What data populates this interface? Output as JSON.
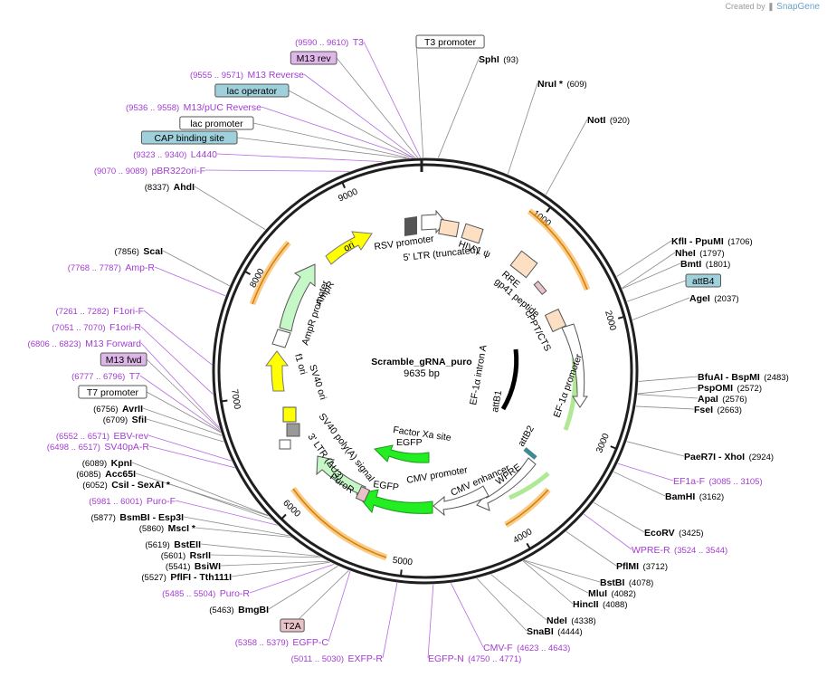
{
  "brand": {
    "created_by": "Created by",
    "name": "SnapGene"
  },
  "plasmid": {
    "name": "Scramble_gRNA_puro",
    "size": "9635 bp",
    "length": 9635
  },
  "colors": {
    "primer": "#a23cd2",
    "enzyme": "#000000",
    "ring": "#1f1f1f",
    "orange": "#f4a22b",
    "yellow": "#ffff00",
    "green": "#00e000",
    "paleGreen": "#c6f7c6",
    "peach": "#fde0c4",
    "box_violet": "#dfb6e8",
    "box_cyan": "#9fd1dd",
    "box_pink": "#e8c2c8"
  },
  "ticks": [
    {
      "label": "1000",
      "pos": 1000
    },
    {
      "label": "2000",
      "pos": 2000
    },
    {
      "label": "3000",
      "pos": 3000
    },
    {
      "label": "4000",
      "pos": 4000
    },
    {
      "label": "5000",
      "pos": 5000
    },
    {
      "label": "6000",
      "pos": 6000
    },
    {
      "label": "7000",
      "pos": 7000
    },
    {
      "label": "8000",
      "pos": 8000
    },
    {
      "label": "9000",
      "pos": 9000
    }
  ],
  "features_text": {
    "rsv": "RSV promoter",
    "ltr5": "5' LTR (truncated)",
    "hiv": "HIV-1 ψ",
    "rre": "RRE",
    "gp41": "gp41 peptide",
    "cppt": "cPPT/CTS",
    "ef1a_prom": "EF-1α promoter",
    "ef1a_intron": "EF-1α intron A",
    "attb1": "attB1",
    "attb2": "attB2",
    "factorxa": "Factor Xa site",
    "egfp1": "EGFP",
    "cmv_prom": "CMV promoter",
    "cmv_enh": "CMV enhancer",
    "wpre": "WPRE",
    "egfp2": "EGFP",
    "puror": "PuroR",
    "ltr3": "3' LTR (ΔU3)",
    "sv40polya": "SV40 poly(A) signal",
    "sv40ori": "SV40 ori",
    "f1ori": "f1 ori",
    "ampr_prom": "AmpR promoter",
    "ampr": "AmpR",
    "ori": "ori"
  },
  "labels": [
    {
      "name": "T3",
      "pos": "(9590 .. 9610)",
      "kind": "primer"
    },
    {
      "name": "T3 promoter",
      "kind": "box",
      "style": "white"
    },
    {
      "name": "SphI",
      "pos": "(93)",
      "kind": "enzyme"
    },
    {
      "name": "M13 rev",
      "kind": "box",
      "style": "violet"
    },
    {
      "name": "NruI *",
      "pos": "(609)",
      "kind": "enzyme"
    },
    {
      "name": "M13 Reverse",
      "pos": "(9555 .. 9571)",
      "kind": "primer"
    },
    {
      "name": "lac operator",
      "kind": "box",
      "style": "cyan"
    },
    {
      "name": "M13/pUC Reverse",
      "pos": "(9536 .. 9558)",
      "kind": "primer"
    },
    {
      "name": "NotI",
      "pos": "(920)",
      "kind": "enzyme"
    },
    {
      "name": "lac promoter",
      "kind": "box",
      "style": "white"
    },
    {
      "name": "CAP binding site",
      "kind": "box",
      "style": "cyan"
    },
    {
      "name": "L4440",
      "pos": "(9323 .. 9340)",
      "kind": "primer"
    },
    {
      "name": "pBR322ori-F",
      "pos": "(9070 .. 9089)",
      "kind": "primer"
    },
    {
      "name": "AhdI",
      "pos": "(8337)",
      "kind": "enzyme"
    },
    {
      "name": "KflI - PpuMI",
      "pos": "(1706)",
      "kind": "enzyme"
    },
    {
      "name": "NheI",
      "pos": "(1797)",
      "kind": "enzyme"
    },
    {
      "name": "BmtI",
      "pos": "(1801)",
      "kind": "enzyme"
    },
    {
      "name": "attB4",
      "kind": "box",
      "style": "cyan"
    },
    {
      "name": "AgeI",
      "pos": "(2037)",
      "kind": "enzyme"
    },
    {
      "name": "ScaI",
      "pos": "(7856)",
      "kind": "enzyme"
    },
    {
      "name": "Amp-R",
      "pos": "(7768 .. 7787)",
      "kind": "primer"
    },
    {
      "name": "F1ori-F",
      "pos": "(7261 .. 7282)",
      "kind": "primer"
    },
    {
      "name": "F1ori-R",
      "pos": "(7051 .. 7070)",
      "kind": "primer"
    },
    {
      "name": "M13 Forward",
      "pos": "(6806 .. 6823)",
      "kind": "primer"
    },
    {
      "name": "M13 fwd",
      "kind": "box",
      "style": "violet"
    },
    {
      "name": "T7",
      "pos": "(6777 .. 6796)",
      "kind": "primer"
    },
    {
      "name": "T7 promoter",
      "kind": "box",
      "style": "white"
    },
    {
      "name": "BfuAI - BspMI",
      "pos": "(2483)",
      "kind": "enzyme"
    },
    {
      "name": "PspOMI",
      "pos": "(2572)",
      "kind": "enzyme"
    },
    {
      "name": "ApaI",
      "pos": "(2576)",
      "kind": "enzyme"
    },
    {
      "name": "FseI",
      "pos": "(2663)",
      "kind": "enzyme"
    },
    {
      "name": "AvrII",
      "pos": "(6756)",
      "kind": "enzyme"
    },
    {
      "name": "SfiI",
      "pos": "(6709)",
      "kind": "enzyme"
    },
    {
      "name": "EBV-rev",
      "pos": "(6552 .. 6571)",
      "kind": "primer"
    },
    {
      "name": "SV40pA-R",
      "pos": "(6498 .. 6517)",
      "kind": "primer"
    },
    {
      "name": "PaeR7I - XhoI",
      "pos": "(2924)",
      "kind": "enzyme"
    },
    {
      "name": "KpnI",
      "pos": "(6089)",
      "kind": "enzyme"
    },
    {
      "name": "Acc65I",
      "pos": "(6085)",
      "kind": "enzyme"
    },
    {
      "name": "CsiI - SexAI *",
      "pos": "(6052)",
      "kind": "enzyme"
    },
    {
      "name": "EF1a-F",
      "pos": "(3085 .. 3105)",
      "kind": "primer"
    },
    {
      "name": "BamHI",
      "pos": "(3162)",
      "kind": "enzyme"
    },
    {
      "name": "Puro-F",
      "pos": "(5981 .. 6001)",
      "kind": "primer"
    },
    {
      "name": "BsmBI - Esp3I",
      "pos": "(5877)",
      "kind": "enzyme"
    },
    {
      "name": "MscI *",
      "pos": "(5860)",
      "kind": "enzyme"
    },
    {
      "name": "EcoRV",
      "pos": "(3425)",
      "kind": "enzyme"
    },
    {
      "name": "WPRE-R",
      "pos": "(3524 .. 3544)",
      "kind": "primer"
    },
    {
      "name": "PflMI",
      "pos": "(3712)",
      "kind": "enzyme"
    },
    {
      "name": "BstEII",
      "pos": "(5619)",
      "kind": "enzyme"
    },
    {
      "name": "RsrII",
      "pos": "(5601)",
      "kind": "enzyme"
    },
    {
      "name": "BsiWI",
      "pos": "(5541)",
      "kind": "enzyme"
    },
    {
      "name": "PflFI - Tth111I",
      "pos": "(5527)",
      "kind": "enzyme"
    },
    {
      "name": "BstBI",
      "pos": "(4078)",
      "kind": "enzyme"
    },
    {
      "name": "MluI",
      "pos": "(4082)",
      "kind": "enzyme"
    },
    {
      "name": "HincII",
      "pos": "(4088)",
      "kind": "enzyme"
    },
    {
      "name": "Puro-R",
      "pos": "(5485 .. 5504)",
      "kind": "primer"
    },
    {
      "name": "BmgBI",
      "pos": "(5463)",
      "kind": "enzyme"
    },
    {
      "name": "NdeI",
      "pos": "(4338)",
      "kind": "enzyme"
    },
    {
      "name": "SnaBI",
      "pos": "(4444)",
      "kind": "enzyme"
    },
    {
      "name": "T2A",
      "kind": "box",
      "style": "pink"
    },
    {
      "name": "EGFP-C",
      "pos": "(5358 .. 5379)",
      "kind": "primer"
    },
    {
      "name": "CMV-F",
      "pos": "(4623 .. 4643)",
      "kind": "primer"
    },
    {
      "name": "EXFP-R",
      "pos": "(5011 .. 5030)",
      "kind": "primer"
    },
    {
      "name": "EGFP-N",
      "pos": "(4750 .. 4771)",
      "kind": "primer"
    }
  ]
}
